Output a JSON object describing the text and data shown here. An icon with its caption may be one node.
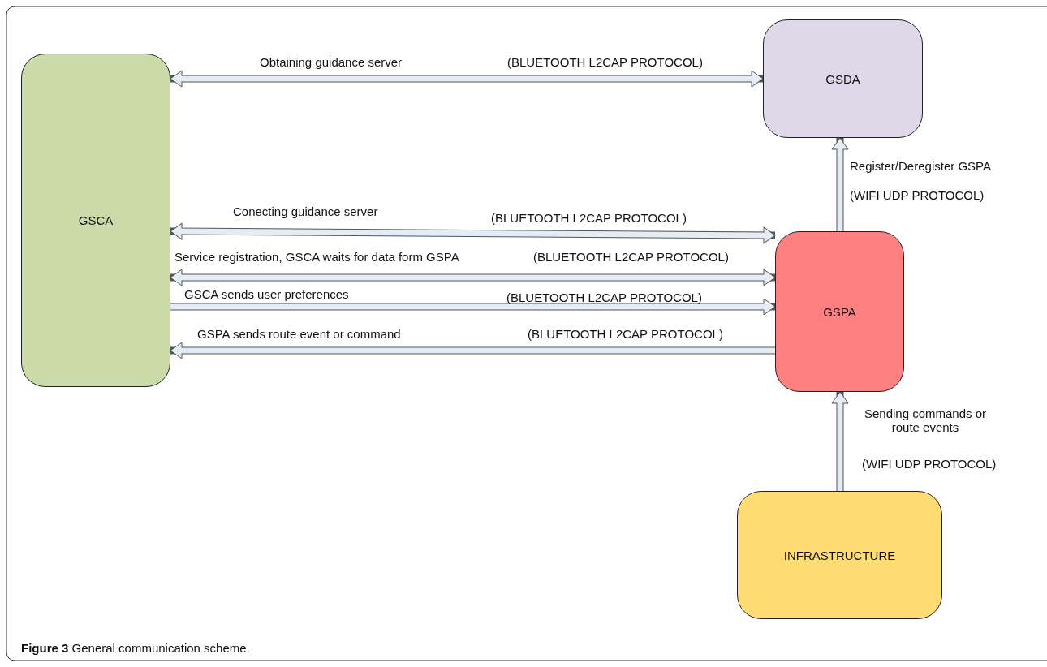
{
  "diagram": {
    "caption": "**Figure 3** General communication scheme.",
    "nodes": [
      {
        "text": [
          "GSCA"
        ]
      },
      {
        "text": [
          "GSDA"
        ]
      },
      {
        "text": [
          "GSPA"
        ]
      },
      {
        "text": [
          "INFRASTRUCTURE"
        ]
      }
    ],
    "edges": [
      {
        "from": 0,
        "to": 1,
        "arrow": "both",
        "label": "Obtaining guidance server"
      },
      {
        "from": 0,
        "to": 2,
        "arrow": "both",
        "label": "Conecting guidance server"
      },
      {
        "from": 0,
        "to": 2,
        "arrow": "both",
        "label": "Service registration, GSCA waits for data form GSPA"
      },
      {
        "from": 0,
        "to": 2,
        "arrow": "to",
        "label": "GSCA sends user preferences"
      },
      {
        "from": 2,
        "to": 0,
        "arrow": "to",
        "label": "GSPA sends route event or command"
      },
      {
        "from": 2,
        "to": 1,
        "arrow": "to",
        "label": "Register/Deregister GSPA"
      },
      {
        "from": 3,
        "to": 2,
        "arrow": "to",
        "label": "Sending commands or route events"
      }
    ],
    "labels": [
      "(BLUETOOTH L2CAP PROTOCOL)",
      "(WIFI UDP PROTOCOL)",
      "(BLUETOOTH L2CAP PROTOCOL)",
      "(BLUETOOTH L2CAP PROTOCOL)",
      "(BLUETOOTH L2CAP PROTOCOL)",
      "(BLUETOOTH L2CAP PROTOCOL)",
      "(WIFI UDP PROTOCOL)"
    ]
  }
}
